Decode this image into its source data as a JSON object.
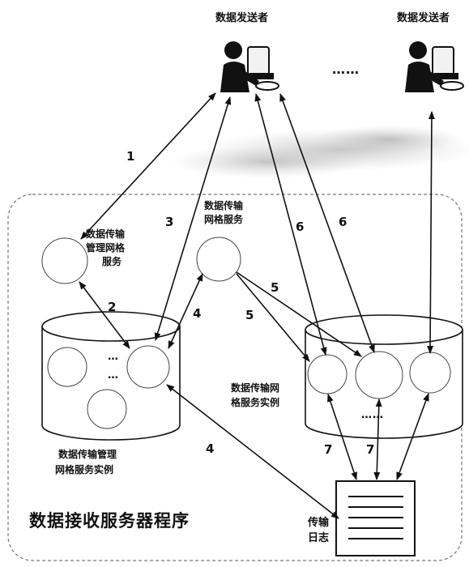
{
  "sender_label": "数据发送者",
  "ellipsis_long": "……",
  "ellipsis_vert": "…",
  "ellipsis_short": "……",
  "mgmt_service_lines": [
    "数据传输",
    "管理网格",
    "服务"
  ],
  "transfer_service_lines": [
    "数据传输",
    "网格服务"
  ],
  "mgmt_instance_lines": [
    "数据传输管理",
    "网格服务实例"
  ],
  "transfer_instance_lines": [
    "数据传输网",
    "格服务实例"
  ],
  "log_lines": [
    "传输",
    "日志"
  ],
  "program_title": "数据接收服务器程序",
  "step_labels": [
    "1",
    "2",
    "3",
    "4",
    "4",
    "5",
    "5",
    "6",
    "6",
    "7",
    "7"
  ]
}
